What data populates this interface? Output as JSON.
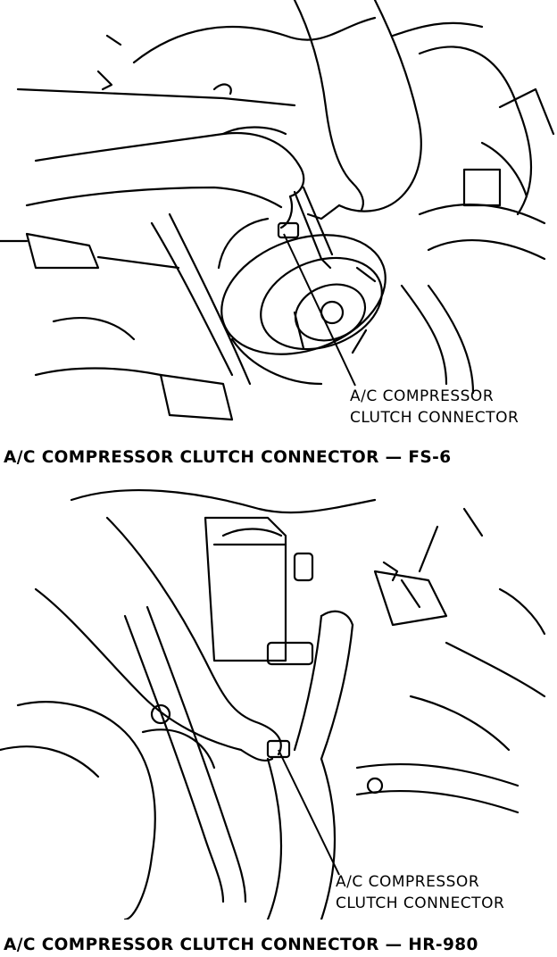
{
  "figures": [
    {
      "callout": {
        "line1": "A/C COMPRESSOR",
        "line2": "CLUTCH CONNECTOR"
      },
      "caption": "A/C COMPRESSOR CLUTCH CONNECTOR — FS-6"
    },
    {
      "callout": {
        "line1": "A/C COMPRESSOR",
        "line2": "CLUTCH CONNECTOR"
      },
      "caption": "A/C COMPRESSOR CLUTCH CONNECTOR — HR-980"
    }
  ],
  "colors": {
    "ink": "#000000",
    "paper": "#ffffff"
  }
}
